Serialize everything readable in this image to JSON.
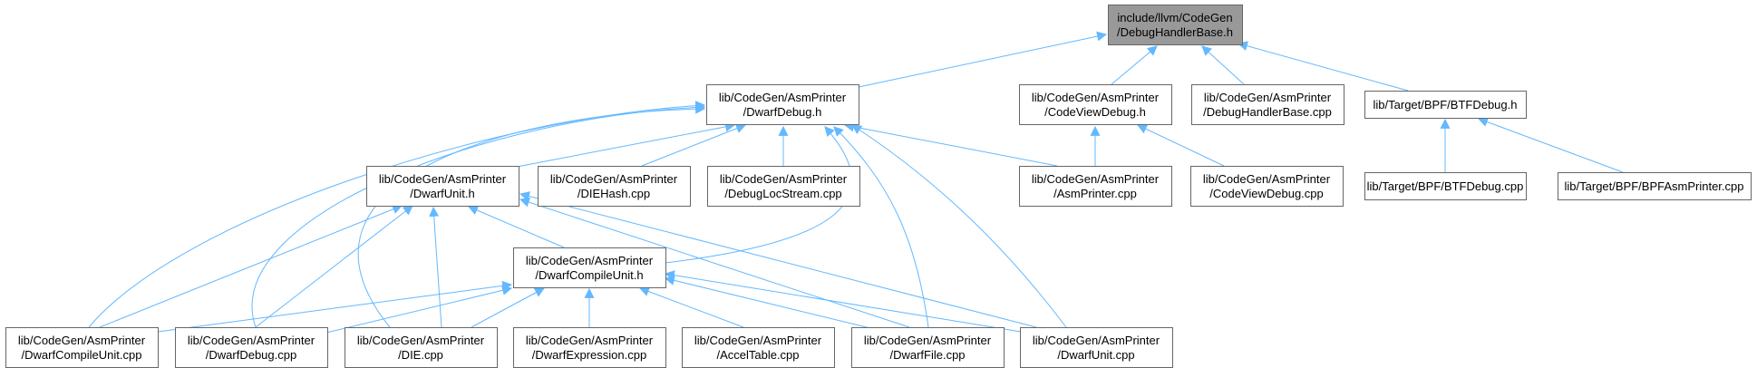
{
  "diagram": {
    "type": "include-dependency-graph",
    "colors": {
      "edge": "#63b8ff",
      "node_border": "#666666",
      "node_fill": "#ffffff",
      "focus_fill": "#999999",
      "text": "#000000"
    },
    "nodes": [
      {
        "id": "n0",
        "lines": [
          "include/llvm/CodeGen",
          "/DebugHandlerBase.h"
        ],
        "focus": true
      },
      {
        "id": "n1",
        "lines": [
          "lib/CodeGen/AsmPrinter",
          "/DwarfDebug.h"
        ]
      },
      {
        "id": "n2",
        "lines": [
          "lib/CodeGen/AsmPrinter",
          "/CodeViewDebug.h"
        ]
      },
      {
        "id": "n3",
        "lines": [
          "lib/CodeGen/AsmPrinter",
          "/DebugHandlerBase.cpp"
        ]
      },
      {
        "id": "n4",
        "lines": [
          "lib/Target/BPF/BTFDebug.h"
        ]
      },
      {
        "id": "n5",
        "lines": [
          "lib/CodeGen/AsmPrinter",
          "/DwarfUnit.h"
        ]
      },
      {
        "id": "n6",
        "lines": [
          "lib/CodeGen/AsmPrinter",
          "/DIEHash.cpp"
        ]
      },
      {
        "id": "n7",
        "lines": [
          "lib/CodeGen/AsmPrinter",
          "/DebugLocStream.cpp"
        ]
      },
      {
        "id": "n8",
        "lines": [
          "lib/CodeGen/AsmPrinter",
          "/AsmPrinter.cpp"
        ]
      },
      {
        "id": "n9",
        "lines": [
          "lib/CodeGen/AsmPrinter",
          "/CodeViewDebug.cpp"
        ]
      },
      {
        "id": "n10",
        "lines": [
          "lib/Target/BPF/BTFDebug.cpp"
        ]
      },
      {
        "id": "n11",
        "lines": [
          "lib/Target/BPF/BPFAsmPrinter.cpp"
        ]
      },
      {
        "id": "n12",
        "lines": [
          "lib/CodeGen/AsmPrinter",
          "/DwarfCompileUnit.h"
        ]
      },
      {
        "id": "n13",
        "lines": [
          "lib/CodeGen/AsmPrinter",
          "/DwarfCompileUnit.cpp"
        ]
      },
      {
        "id": "n14",
        "lines": [
          "lib/CodeGen/AsmPrinter",
          "/DwarfDebug.cpp"
        ]
      },
      {
        "id": "n15",
        "lines": [
          "lib/CodeGen/AsmPrinter",
          "/DIE.cpp"
        ]
      },
      {
        "id": "n16",
        "lines": [
          "lib/CodeGen/AsmPrinter",
          "/DwarfExpression.cpp"
        ]
      },
      {
        "id": "n17",
        "lines": [
          "lib/CodeGen/AsmPrinter",
          "/AccelTable.cpp"
        ]
      },
      {
        "id": "n18",
        "lines": [
          "lib/CodeGen/AsmPrinter",
          "/DwarfFile.cpp"
        ]
      },
      {
        "id": "n19",
        "lines": [
          "lib/CodeGen/AsmPrinter",
          "/DwarfUnit.cpp"
        ]
      }
    ],
    "edges": [
      {
        "from": "n1",
        "to": "n0"
      },
      {
        "from": "n2",
        "to": "n0"
      },
      {
        "from": "n3",
        "to": "n0"
      },
      {
        "from": "n4",
        "to": "n0"
      },
      {
        "from": "n5",
        "to": "n1"
      },
      {
        "from": "n6",
        "to": "n1"
      },
      {
        "from": "n7",
        "to": "n1"
      },
      {
        "from": "n8",
        "to": "n1"
      },
      {
        "from": "n12",
        "to": "n1"
      },
      {
        "from": "n13",
        "to": "n1"
      },
      {
        "from": "n14",
        "to": "n1"
      },
      {
        "from": "n15",
        "to": "n1"
      },
      {
        "from": "n18",
        "to": "n1"
      },
      {
        "from": "n19",
        "to": "n1"
      },
      {
        "from": "n8",
        "to": "n2"
      },
      {
        "from": "n9",
        "to": "n2"
      },
      {
        "from": "n10",
        "to": "n4"
      },
      {
        "from": "n11",
        "to": "n4"
      },
      {
        "from": "n12",
        "to": "n5"
      },
      {
        "from": "n13",
        "to": "n5"
      },
      {
        "from": "n14",
        "to": "n5"
      },
      {
        "from": "n15",
        "to": "n5"
      },
      {
        "from": "n18",
        "to": "n5"
      },
      {
        "from": "n19",
        "to": "n5"
      },
      {
        "from": "n13",
        "to": "n12"
      },
      {
        "from": "n14",
        "to": "n12"
      },
      {
        "from": "n15",
        "to": "n12"
      },
      {
        "from": "n16",
        "to": "n12"
      },
      {
        "from": "n17",
        "to": "n12"
      },
      {
        "from": "n18",
        "to": "n12"
      },
      {
        "from": "n19",
        "to": "n12"
      }
    ]
  }
}
